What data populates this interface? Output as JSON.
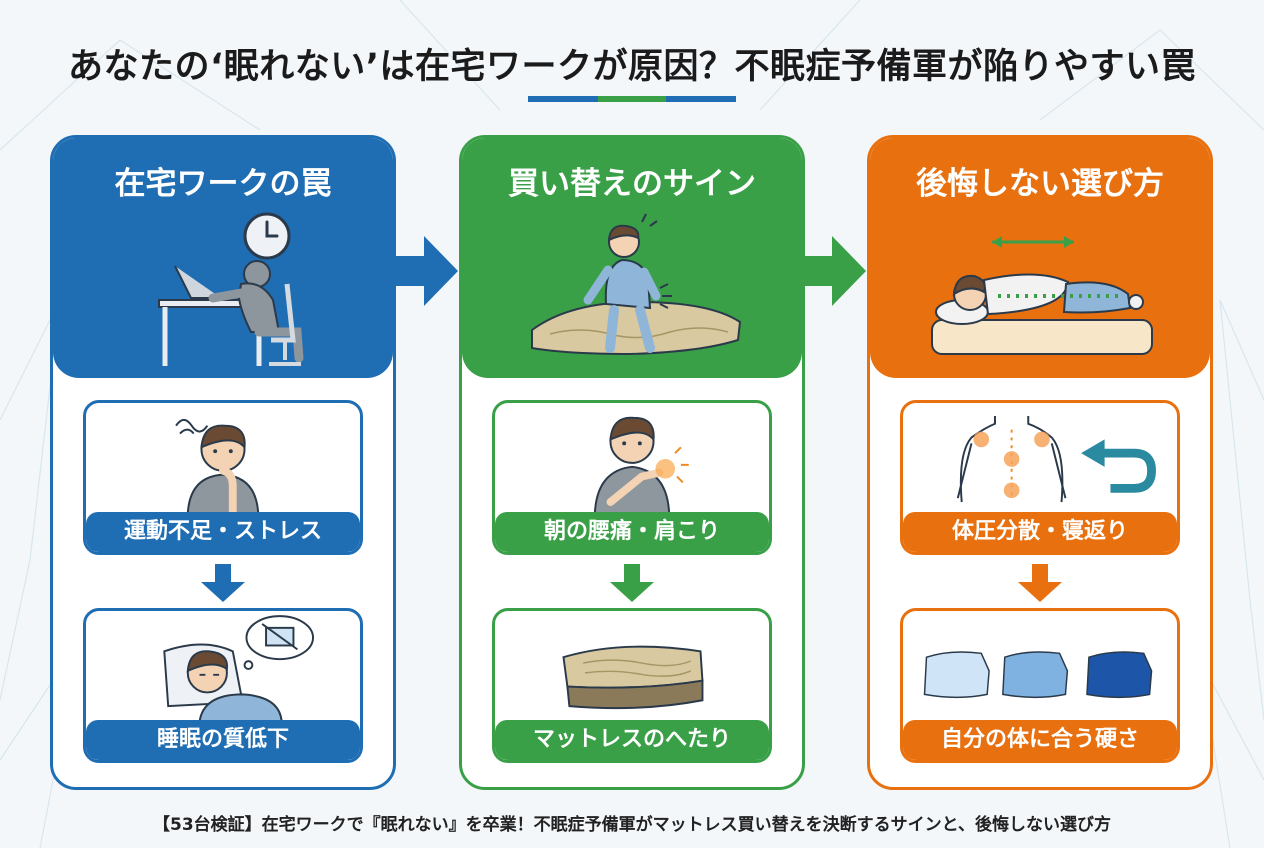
{
  "title": "あなたの‘眠れない’は在宅ワークが原因？不眠症予備軍が陥りやすい罠",
  "caption": "【53台検証】在宅ワークで『眠れない』を卒業！不眠症予備軍がマットレス買い替えを決断するサインと、後悔しない選び方",
  "colors": {
    "blue": "#1f6db3",
    "green": "#3aa048",
    "orange": "#e8700f"
  },
  "columns": [
    {
      "title": "在宅ワークの罠",
      "head_icon": "desk-worker-clock-icon",
      "box1": {
        "label": "運動不足・ストレス",
        "icon": "stressed-person-icon"
      },
      "box2": {
        "label": "睡眠の質低下",
        "icon": "sleepless-person-icon"
      }
    },
    {
      "title": "買い替えのサイン",
      "head_icon": "man-on-sagging-mattress-icon",
      "box1": {
        "label": "朝の腰痛・肩こり",
        "icon": "shoulder-pain-person-icon"
      },
      "box2": {
        "label": "マットレスのへたり",
        "icon": "worn-mattress-icon"
      }
    },
    {
      "title": "後悔しない選び方",
      "head_icon": "side-sleeping-person-icon",
      "box1": {
        "label": "体圧分散・寝返り",
        "icon": "body-pressure-turnover-icon"
      },
      "box2": {
        "label": "自分の体に合う硬さ",
        "icon": "mattress-firmness-icon"
      }
    }
  ]
}
